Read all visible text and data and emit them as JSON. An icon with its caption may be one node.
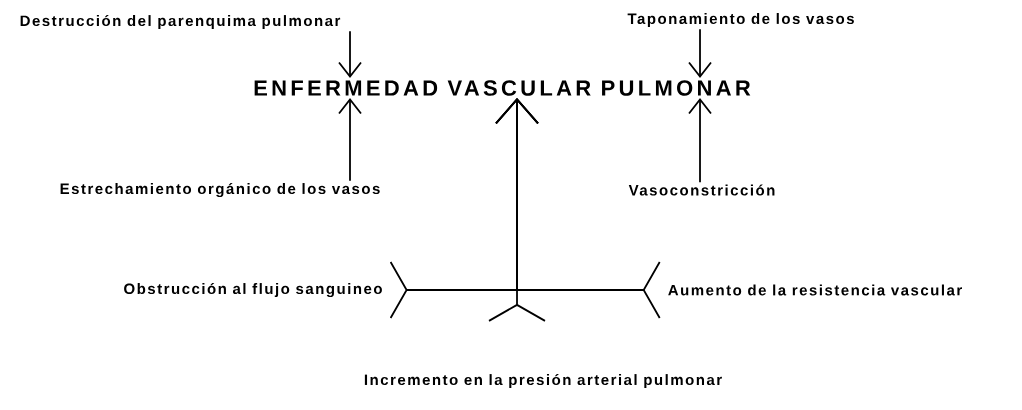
{
  "diagram": {
    "nodes": [
      {
        "text": [
          "Destrucción del parenquima pulmonar"
        ]
      },
      {
        "text": [
          "Taponamiento de los vasos"
        ]
      },
      {
        "text": [
          "ENFERMEDAD VASCULAR PULMONAR"
        ]
      },
      {
        "text": [
          "Estrechamiento orgánico de los vasos"
        ]
      },
      {
        "text": [
          "Vasoconstricción"
        ]
      },
      {
        "text": [
          "Obstrucción al flujo sanguineo"
        ]
      },
      {
        "text": [
          "Aumento de la resistencia vascular"
        ]
      },
      {
        "text": [
          "Incremento en la presión arterial pulmonar"
        ]
      }
    ],
    "edges": [
      {
        "from": 0,
        "to": 2,
        "arrow": "to"
      },
      {
        "from": 1,
        "to": 2,
        "arrow": "to"
      },
      {
        "from": 3,
        "to": 2,
        "arrow": "to"
      },
      {
        "from": 4,
        "to": 2,
        "arrow": "to"
      },
      {
        "from": 5,
        "to": 2,
        "arrow": "to"
      },
      {
        "from": 6,
        "to": 2,
        "arrow": "to"
      },
      {
        "from": 7,
        "to": 2,
        "arrow": "to"
      }
    ]
  }
}
